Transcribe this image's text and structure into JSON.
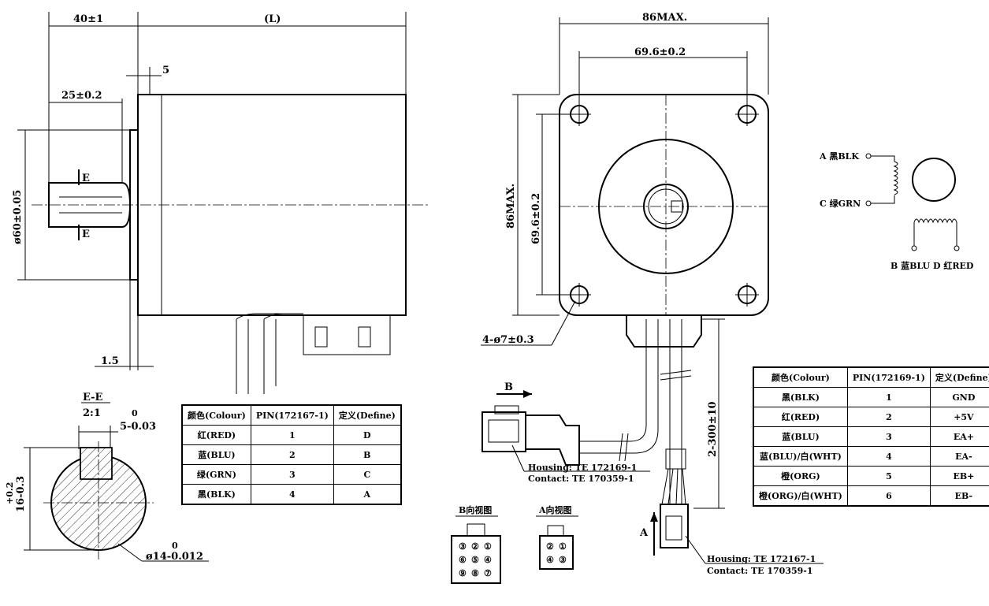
{
  "side_view": {
    "dim_shaft_len": "40±1",
    "dim_body_len": "(L)",
    "dim_pilot": "5",
    "dim_key_len": "25±0.2",
    "dim_pilot_dia": "ø60±0.05",
    "dim_flange": "1.5",
    "section_mark_top": "E",
    "section_mark_bottom": "E"
  },
  "section_view": {
    "title": "E-E",
    "scale": "2:1",
    "dim_key_width": "5-0.03",
    "dim_key_width_tol": "0",
    "dim_flat": "16-0.3",
    "dim_flat_tol": "+0.2",
    "dim_shaft_dia": "ø14-0.012",
    "dim_shaft_dia_tol": "0"
  },
  "front_view": {
    "dim_width": "86MAX.",
    "dim_hole_pitch_h": "69.6±0.2",
    "dim_height": "86MAX.",
    "dim_hole_pitch_v": "69.6±0.2",
    "dim_holes": "4-ø7±0.3",
    "view_b": "B",
    "view_a": "A",
    "dim_lead": "2-300±10",
    "conn_b_housing": "Housing: TE 172169-1",
    "conn_b_contact": "Contact: TE 170359-1",
    "conn_a_housing": "Housing: TE 172167-1",
    "conn_a_contact": "Contact: TE 170359-1"
  },
  "connector_views": {
    "b_title": "B向视图",
    "b_pins": [
      "③",
      "②",
      "①",
      "⑥",
      "⑤",
      "④",
      "⑨",
      "⑧",
      "⑦"
    ],
    "a_title": "A向视图",
    "a_pins": [
      "②",
      "①",
      "④",
      "③"
    ]
  },
  "wiring": {
    "a_label": "A 黑BLK",
    "c_label": "C 绿GRN",
    "bd_label": "B 蓝BLU D 红RED"
  },
  "table_motor": {
    "headers": [
      "颜色(Colour)",
      "PIN(172167-1)",
      "定义(Define)"
    ],
    "rows": [
      [
        "红(RED)",
        "1",
        "D"
      ],
      [
        "蓝(BLU)",
        "2",
        "B"
      ],
      [
        "绿(GRN)",
        "3",
        "C"
      ],
      [
        "黑(BLK)",
        "4",
        "A"
      ]
    ]
  },
  "table_encoder": {
    "headers": [
      "颜色(Colour)",
      "PIN(172169-1)",
      "定义(Define)"
    ],
    "rows": [
      [
        "黑(BLK)",
        "1",
        "GND"
      ],
      [
        "红(RED)",
        "2",
        "+5V"
      ],
      [
        "蓝(BLU)",
        "3",
        "EA+"
      ],
      [
        "蓝(BLU)/白(WHT)",
        "4",
        "EA-"
      ],
      [
        "橙(ORG)",
        "5",
        "EB+"
      ],
      [
        "橙(ORG)/白(WHT)",
        "6",
        "EB-"
      ]
    ]
  }
}
